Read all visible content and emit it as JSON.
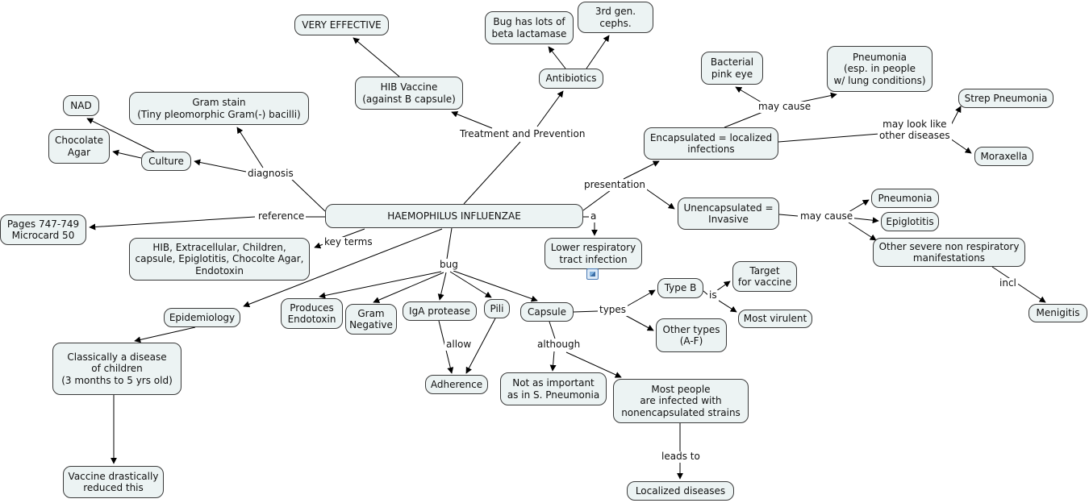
{
  "map": {
    "nodes": {
      "main": "HAEMOPHILUS INFLUENZAE",
      "very_effective": "VERY EFFECTIVE",
      "beta_lactamase": "Bug has lots of\nbeta lactamase",
      "cephs": "3rd gen.\ncephs.",
      "antibiotics": "Antibiotics",
      "hib_vaccine": "HIB Vaccine\n(against B capsule)",
      "pink_eye": "Bacterial\npink eye",
      "pneumonia_lung": "Pneumonia\n(esp. in people\nw/ lung conditions)",
      "strep_pneumonia": "Strep Pneumonia",
      "nad": "NAD",
      "gram_stain": "Gram stain\n(Tiny pleomorphic Gram(-) bacilli)",
      "chocolate_agar": "Chocolate\nAgar",
      "culture": "Culture",
      "encapsulated": "Encapsulated = localized\ninfections",
      "moraxella": "Moraxella",
      "pages": "Pages 747-749\nMicrocard 50",
      "unencapsulated": "Unencapsulated =\nInvasive",
      "pneumonia": "Pneumonia",
      "epiglotitis": "Epiglotitis",
      "other_severe": "Other severe non respiratory\nmanifestations",
      "key_terms": "HIB, Extracellular, Children,\ncapsule, Epiglotitis, Chocolte Agar,\nEndotoxin",
      "lower_respiratory": "Lower respiratory\ntract infection",
      "type_b": "Type B",
      "target_vaccine": "Target\nfor vaccine",
      "most_virulent": "Most virulent",
      "other_types": "Other types\n(A-F)",
      "menigitis": "Menigitis",
      "produces_endotoxin": "Produces\nEndotoxin",
      "gram_negative": "Gram\nNegative",
      "iga_protease": "IgA protease",
      "pili": "Pili",
      "capsule": "Capsule",
      "epidemiology": "Epidemiology",
      "adherence": "Adherence",
      "not_as_important": "Not as important\nas in S. Pneumonia",
      "most_people": "Most people\nare infected with\nnonencapsulated strains",
      "classic_children": "Classically a disease\nof children\n(3 months to 5 yrs old)",
      "localized_diseases": "Localized diseases",
      "vaccine_reduced": "Vaccine drastically\nreduced this"
    },
    "labels": {
      "treatment": "Treatment and Prevention",
      "diagnosis": "diagnosis",
      "reference": "reference",
      "key_terms": "key terms",
      "presentation": "presentation",
      "may_cause_enc": "may cause",
      "may_look_like": "may look like\nother diseases",
      "may_cause_unenc": "may cause",
      "a": "a",
      "bug": "bug",
      "types": "types",
      "is": "is",
      "incl": "incl",
      "allow": "allow",
      "although": "although",
      "leads_to": "leads to"
    },
    "edges": [
      {
        "from": "main",
        "label": "Treatment and Prevention",
        "to": [
          "hib_vaccine",
          "antibiotics"
        ]
      },
      {
        "from": "hib_vaccine",
        "label": "",
        "to": [
          "very_effective"
        ]
      },
      {
        "from": "antibiotics",
        "label": "",
        "to": [
          "beta_lactamase",
          "cephs"
        ]
      },
      {
        "from": "main",
        "label": "diagnosis",
        "to": [
          "gram_stain",
          "culture"
        ]
      },
      {
        "from": "culture",
        "label": "",
        "to": [
          "chocolate_agar",
          "nad"
        ]
      },
      {
        "from": "main",
        "label": "reference",
        "to": [
          "pages"
        ]
      },
      {
        "from": "main",
        "label": "key terms",
        "to": [
          "key_terms"
        ]
      },
      {
        "from": "main",
        "label": "presentation",
        "to": [
          "encapsulated",
          "unencapsulated"
        ]
      },
      {
        "from": "encapsulated",
        "label": "may cause",
        "to": [
          "pink_eye",
          "pneumonia_lung"
        ]
      },
      {
        "from": "encapsulated",
        "label": "may look like other diseases",
        "to": [
          "strep_pneumonia",
          "moraxella"
        ]
      },
      {
        "from": "unencapsulated",
        "label": "may cause",
        "to": [
          "pneumonia",
          "epiglotitis",
          "other_severe"
        ]
      },
      {
        "from": "other_severe",
        "label": "incl",
        "to": [
          "menigitis"
        ]
      },
      {
        "from": "main",
        "label": "a",
        "to": [
          "lower_respiratory"
        ]
      },
      {
        "from": "main",
        "label": "bug",
        "to": [
          "produces_endotoxin",
          "gram_negative",
          "iga_protease",
          "pili",
          "capsule"
        ]
      },
      {
        "from": "iga_protease",
        "label": "allow",
        "to": [
          "adherence"
        ]
      },
      {
        "from": "pili",
        "label": "allow",
        "to": [
          "adherence"
        ]
      },
      {
        "from": "capsule",
        "label": "types",
        "to": [
          "type_b",
          "other_types"
        ]
      },
      {
        "from": "type_b",
        "label": "is",
        "to": [
          "target_vaccine",
          "most_virulent"
        ]
      },
      {
        "from": "capsule",
        "label": "although",
        "to": [
          "not_as_important",
          "most_people"
        ]
      },
      {
        "from": "most_people",
        "label": "leads to",
        "to": [
          "localized_diseases"
        ]
      },
      {
        "from": "main",
        "label": "",
        "to": [
          "epidemiology"
        ]
      },
      {
        "from": "epidemiology",
        "label": "",
        "to": [
          "classic_children"
        ]
      },
      {
        "from": "classic_children",
        "label": "",
        "to": [
          "vaccine_reduced"
        ]
      }
    ],
    "colors": {
      "node_fill": "#ecf3f3",
      "node_border": "#3a3a3a",
      "line": "#000000",
      "background": "#ffffff"
    }
  }
}
